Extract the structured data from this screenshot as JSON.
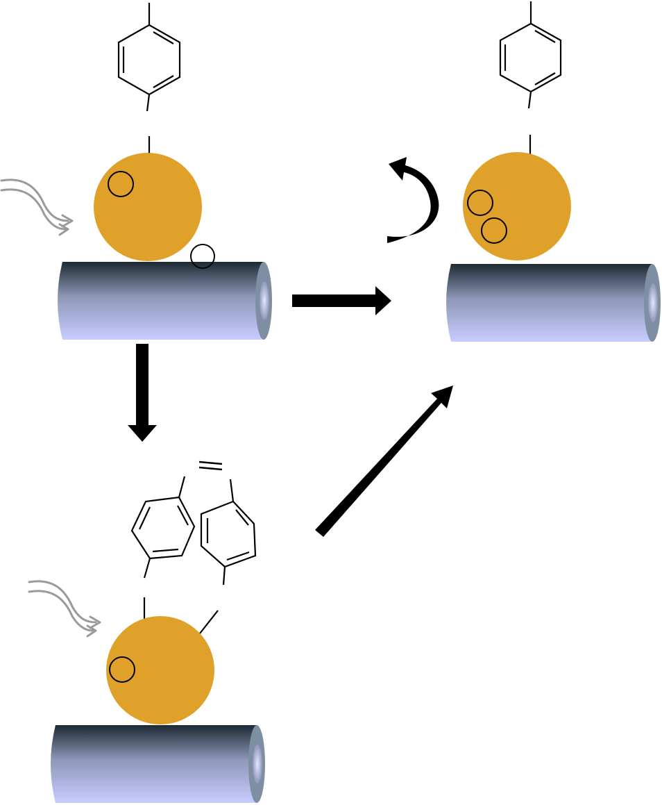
{
  "colors": {
    "nanoparticle": "#E0A12A",
    "nanotube_dark": "#1d2a33",
    "nanotube_mid": "#8e98b8",
    "nanotube_light": "#c9ccff",
    "nanotube_rim": "#7f8fa3",
    "nanotube_hole": "#c4c9ee",
    "bond": "#000000",
    "arrow": "#000000",
    "light_wave": "#9a9a9a"
  },
  "icons": {
    "light": "light-wave-icon",
    "rotation": "curved-arrow-icon",
    "reaction": "block-arrow-icon"
  },
  "diagram": {
    "panels": [
      {
        "id": "initial",
        "adsorbates_on_particle": 1,
        "adsorbates_on_tube": 1,
        "irradiated": true
      },
      {
        "id": "product",
        "adsorbates_on_particle": 2,
        "adsorbates_on_tube": 0,
        "irradiated": false
      },
      {
        "id": "intermediate",
        "adsorbates_on_particle": 1,
        "adsorbates_on_tube": 0,
        "irradiated": true
      }
    ]
  }
}
